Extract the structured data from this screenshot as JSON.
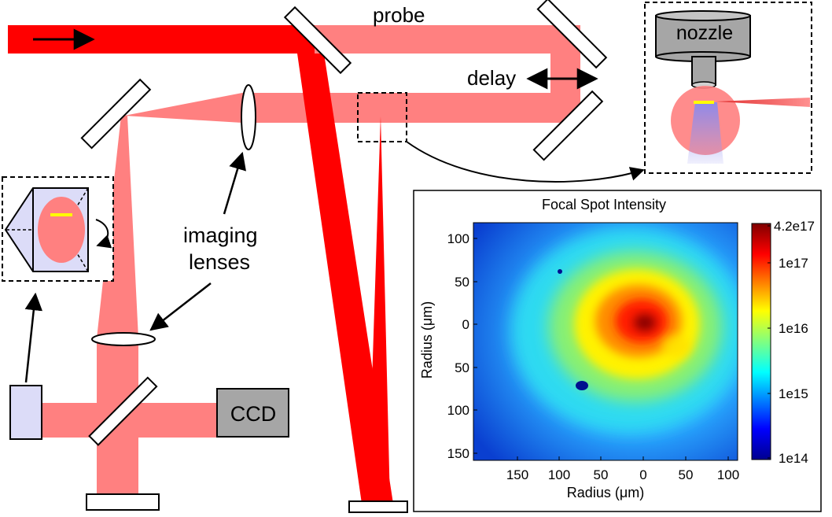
{
  "labels": {
    "probe": "probe",
    "delay": "delay",
    "nozzle": "nozzle",
    "imaging_lenses_line1": "imaging",
    "imaging_lenses_line2": "lenses",
    "ccd": "CCD"
  },
  "colors": {
    "main_beam": "#ff0000",
    "probe_beam": "#ff8080",
    "imaging_box": "#dcdcf8",
    "ccd_box": "#a6a6a6",
    "nozzle_body": "#a6a6a6",
    "target_line": "#ffff00",
    "plasma_plume": "#8888ee"
  },
  "inset_plot": {
    "title": "Focal Spot Intensity",
    "ylabel": "Radius (μm)",
    "xlabel": "Radius (μm)",
    "x_ticks": [
      "150",
      "100",
      "50",
      "0",
      "50",
      "100"
    ],
    "y_ticks": [
      "100",
      "50",
      "0",
      "50",
      "100",
      "150"
    ],
    "colorbar_ticks": [
      "4.2e17",
      "1e17",
      "1e16",
      "1e15",
      "1e14"
    ],
    "colorbar_scale": "log",
    "colormap": "jet"
  }
}
